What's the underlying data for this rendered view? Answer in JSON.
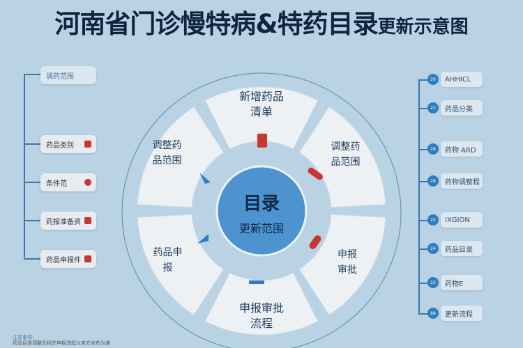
{
  "title": {
    "main": "河南省门诊慢特病&特药目录",
    "sub": "更新示意图"
  },
  "center": {
    "line1": "目录",
    "line2": "更新范围"
  },
  "segments": [
    {
      "label": "新增药品清单"
    },
    {
      "label": "调整药品范围"
    },
    {
      "label": "申报审批"
    },
    {
      "label": "申报审批流程"
    },
    {
      "label": "药品申报"
    },
    {
      "label": "调整药品范围"
    }
  ],
  "left_items": [
    {
      "label": "调药范围",
      "icon": "none"
    },
    {
      "label": "药品类别",
      "icon": "bag-icon"
    },
    {
      "label": "条件范",
      "icon": "badge-icon"
    },
    {
      "label": "药报准备资",
      "icon": "document-icon"
    },
    {
      "label": "药品申报件",
      "icon": "medicine-icon"
    }
  ],
  "right_items": [
    {
      "num": "20",
      "label": "AHHICL"
    },
    {
      "num": "22",
      "label": "药品分类"
    },
    {
      "num": "28",
      "label": "药物 ARD"
    },
    {
      "num": "28",
      "label": "药物调整程"
    },
    {
      "num": "25",
      "label": "IXGION"
    },
    {
      "num": "24",
      "label": "药品目录"
    },
    {
      "num": "22",
      "label": "药物E"
    },
    {
      "num": "88",
      "label": "更新流程"
    }
  ],
  "footer": {
    "line1": "注意事项：",
    "line2": "药品目录调整及相关申报流程以官方发布为准"
  },
  "colors": {
    "background": "#b9d3e4",
    "center": "#4c93cf",
    "segment": "#eef1f4",
    "accent": "#2f7dbf"
  }
}
